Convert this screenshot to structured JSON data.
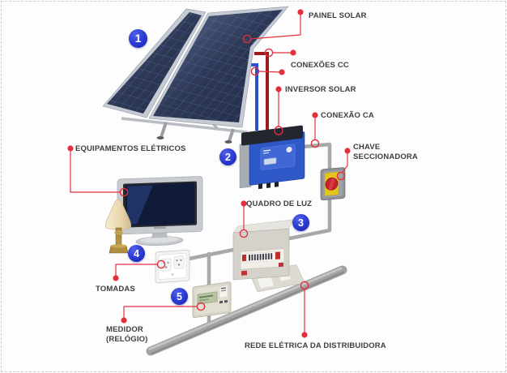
{
  "diagram": {
    "labels": {
      "painel_solar": "PAINEL SOLAR",
      "conexoes_cc": "CONEXÕES CC",
      "inversor_solar": "INVERSOR SOLAR",
      "conexao_ca": "CONEXÃO CA",
      "chave_seccionadora_line1": "CHAVE",
      "chave_seccionadora_line2": "SECCIONADORA",
      "equipamentos_eletricos": "EQUIPAMENTOS ELÉTRICOS",
      "quadro_de_luz": "QUADRO DE LUZ",
      "tomadas": "TOMADAS",
      "medidor_line1": "MEDIDOR",
      "medidor_line2": "(RELÓGIO)",
      "rede_eletrica": "REDE ELÉTRICA DA DISTRIBUIDORA"
    },
    "step_badges": [
      {
        "number": "1"
      },
      {
        "number": "2"
      },
      {
        "number": "3"
      },
      {
        "number": "4"
      },
      {
        "number": "5"
      }
    ],
    "colors": {
      "callout_red": "#e2303e",
      "badge_blue": "#2e3ed6",
      "wire_dc_dark_red": "#9c1a1c",
      "wire_dc_blue": "#2a52cc",
      "inverter_blue": "#2e57c8",
      "conduit_gray": "#a6a6a6",
      "panel_cell_navy": "#232d48"
    }
  }
}
